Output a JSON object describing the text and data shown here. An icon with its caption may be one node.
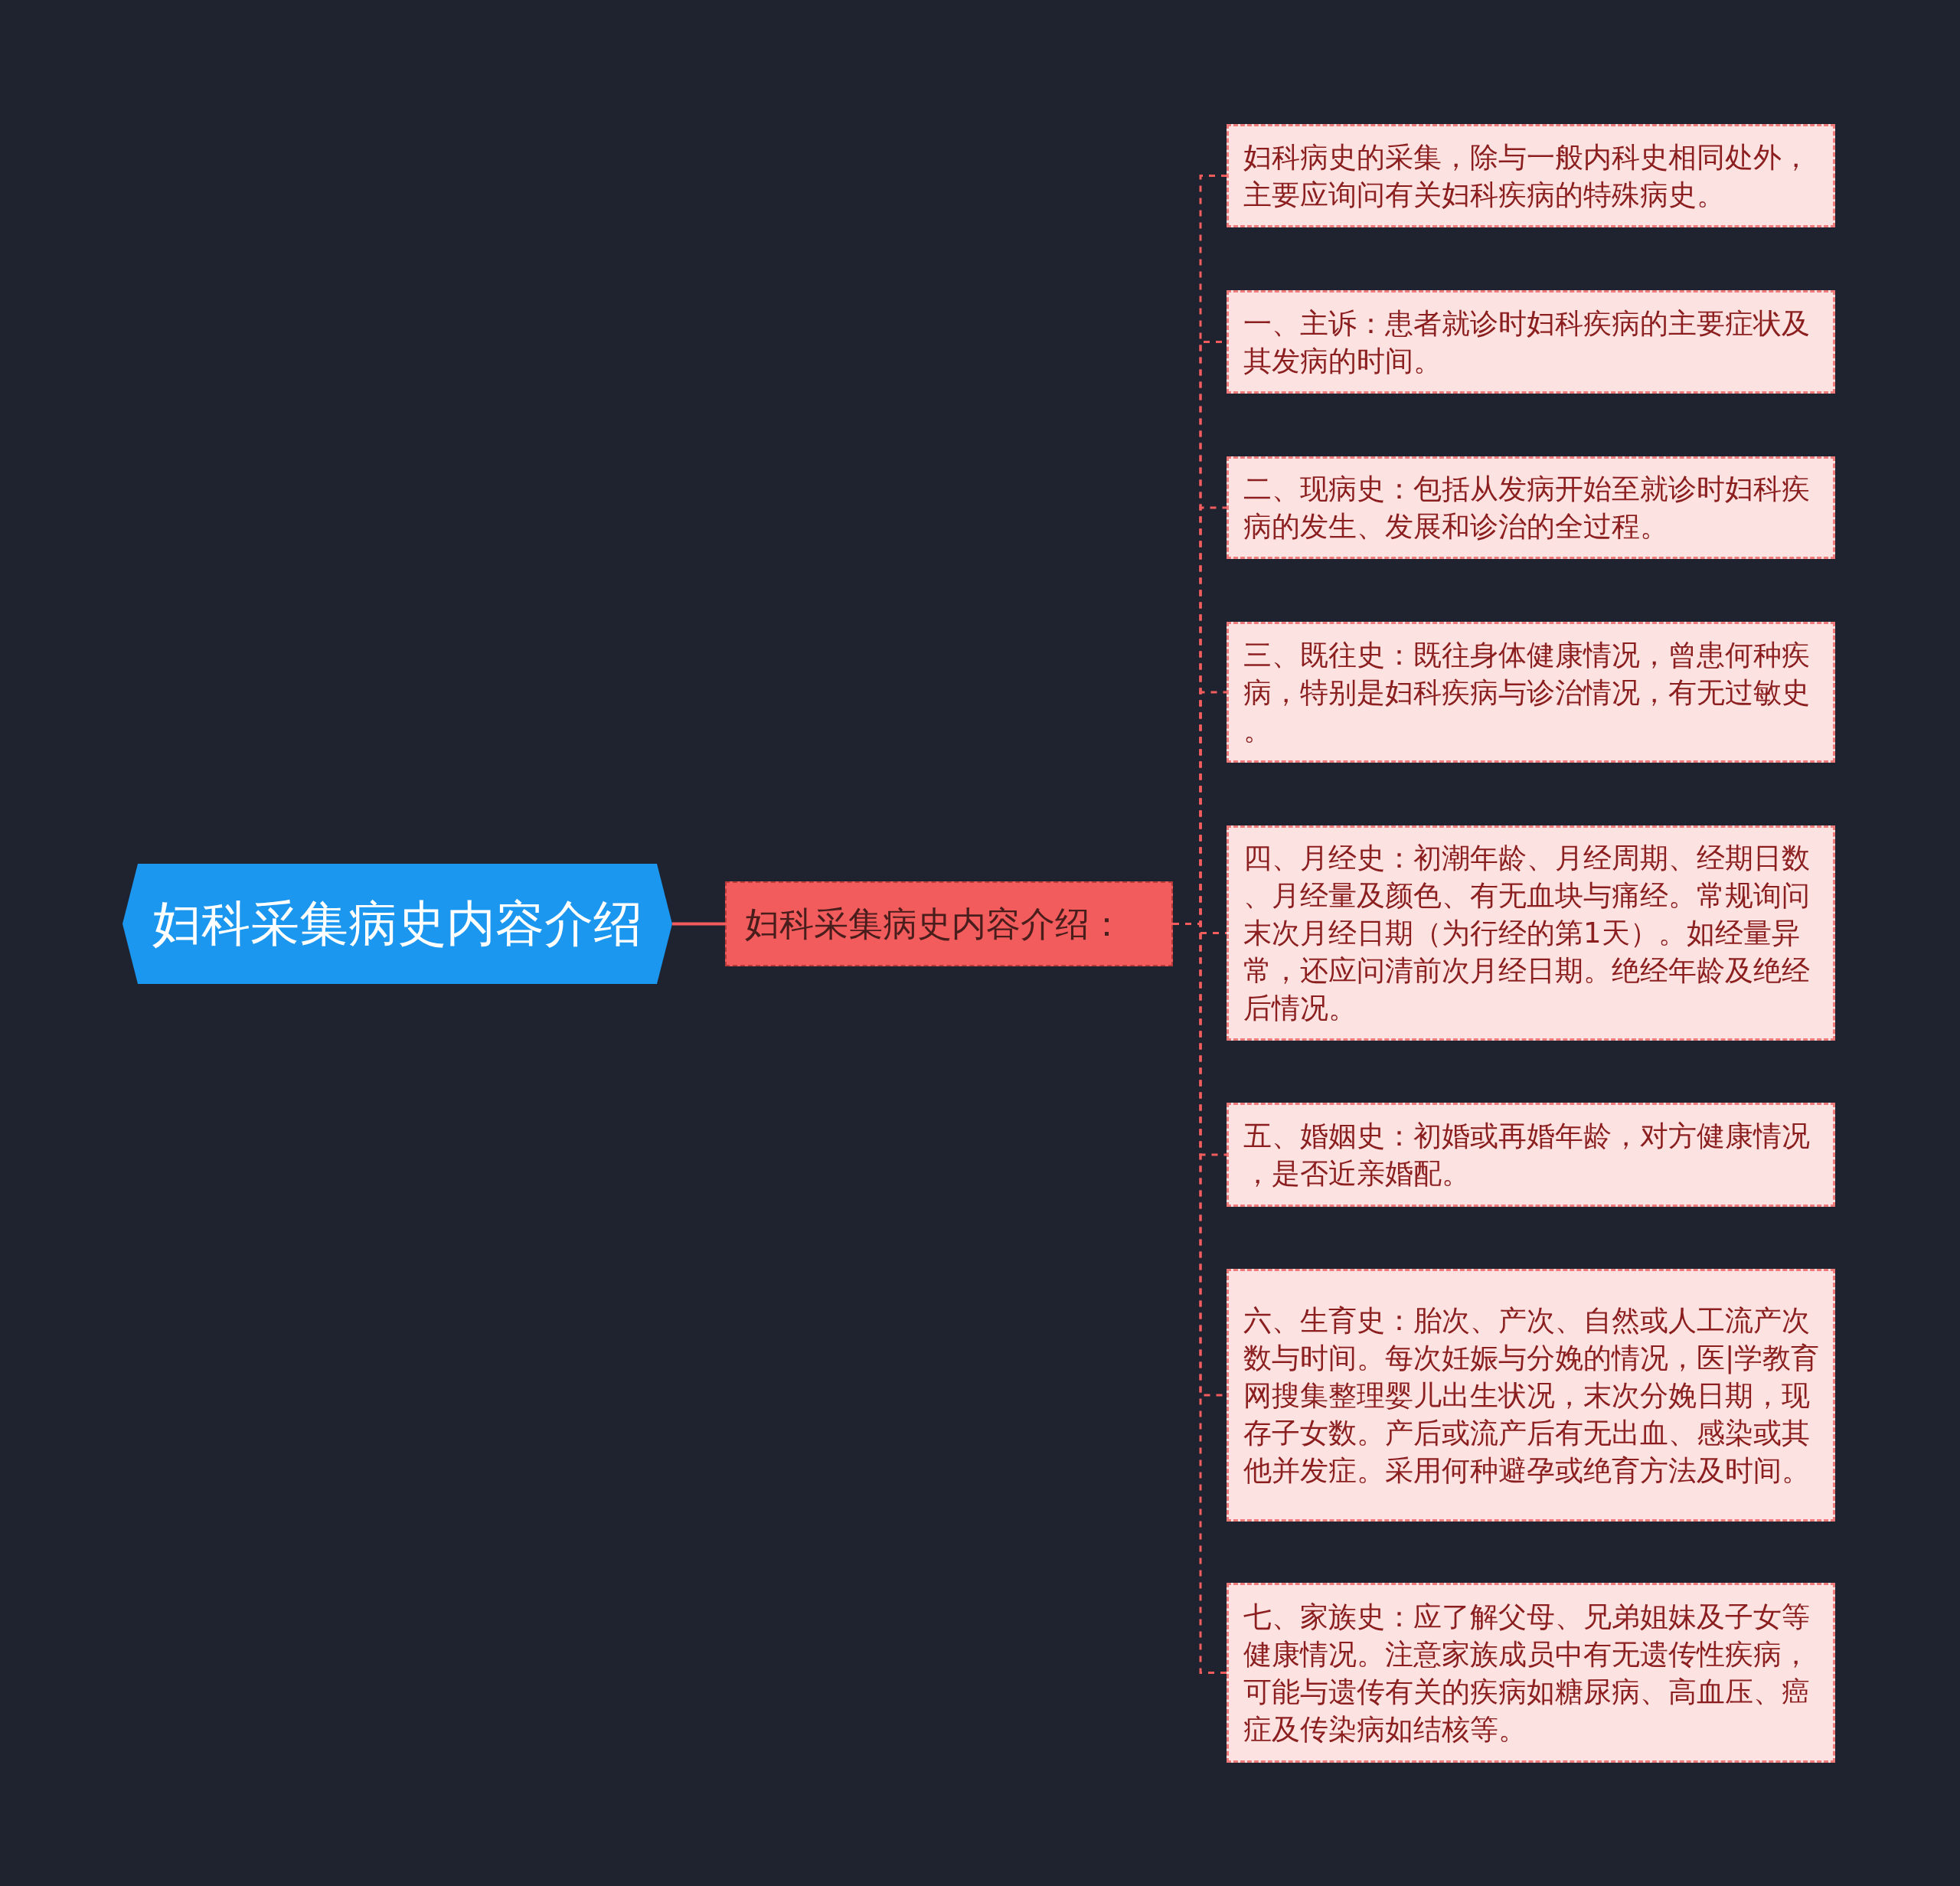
{
  "diagram": {
    "nodes": [
      {
        "text": [
          "妇科采集病史内容介绍"
        ]
      },
      {
        "text": [
          "妇科采集病史内容介绍："
        ]
      },
      {
        "text": [
          "妇科病史的采集，除与一般内科史相同处外，主要应询问有关妇科疾病的特殊病史。"
        ]
      },
      {
        "text": [
          "一、主诉：患者就诊时妇科疾病的主要症状及其发病的时间。"
        ]
      },
      {
        "text": [
          "二、现病史：包括从发病开始至就诊时妇科疾病的发生、发展和诊治的全过程。"
        ]
      },
      {
        "text": [
          "三、既往史：既往身体健康情况，曾患何种疾病，特别是妇科疾病与诊治情况，有无过敏史。"
        ]
      },
      {
        "text": [
          "四、月经史：初潮年龄、月经周期、经期日数、月经量及颜色、有无血块与痛经。常规询问末次月经日期（为行经的第1天）。如经量异常，还应问清前次月经日期。绝经年龄及绝经后情况。"
        ]
      },
      {
        "text": [
          "五、婚姻史：初婚或再婚年龄，对方健康情况，是否近亲婚配。"
        ]
      },
      {
        "text": [
          "六、生育史：胎次、产次、自然或人工流产次数与时间。每次妊娠与分娩的情况，医|学教育网搜集整理婴儿出生状况，末次分娩日期，现存子女数。产后或流产后有无出血、感染或其他并发症。采用何种避孕或绝育方法及时间。"
        ]
      },
      {
        "text": [
          "七、家族史：应了解父母、兄弟姐妹及子女等健康情况。注意家族成员中有无遗传性疾病，可能与遗传有关的疾病如糖尿病、高血压、癌症及传染病如结核等。"
        ]
      }
    ],
    "edges": [
      {
        "from": 0,
        "to": 1,
        "arrow": "none"
      },
      {
        "from": 1,
        "to": 2,
        "arrow": "none",
        "style": "dashed"
      },
      {
        "from": 1,
        "to": 3,
        "arrow": "none",
        "style": "dashed"
      },
      {
        "from": 1,
        "to": 4,
        "arrow": "none",
        "style": "dashed"
      },
      {
        "from": 1,
        "to": 5,
        "arrow": "none",
        "style": "dashed"
      },
      {
        "from": 1,
        "to": 6,
        "arrow": "none",
        "style": "dashed"
      },
      {
        "from": 1,
        "to": 7,
        "arrow": "none",
        "style": "dashed"
      },
      {
        "from": 1,
        "to": 8,
        "arrow": "none",
        "style": "dashed"
      },
      {
        "from": 1,
        "to": 9,
        "arrow": "none",
        "style": "dashed"
      }
    ]
  }
}
